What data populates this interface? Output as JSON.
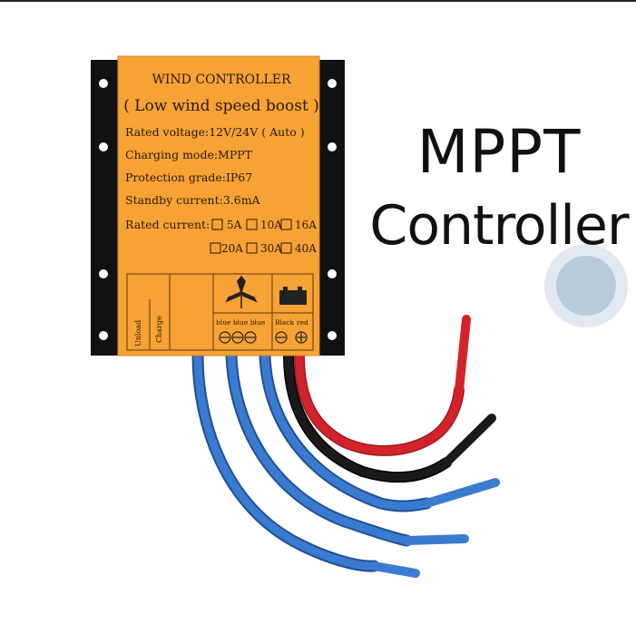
{
  "headline": {
    "line1": "MPPT",
    "line2": "Controller"
  },
  "label": {
    "title": "WIND CONTROLLER",
    "subtitle": "( Low wind speed boost )",
    "specs": [
      "Rated voltage:12V/24V ( Auto )",
      "Charging mode:MPPT",
      "Protection grade:IP67",
      "Standby current:3.6mA"
    ],
    "rated_current_label": "Rated current:",
    "current_options_row1": [
      "5A",
      "10A",
      "16A"
    ],
    "current_options_row2": [
      "20A",
      "30A",
      "40A"
    ],
    "side_labels": [
      "Unload",
      "Charge"
    ],
    "turbine_terminals": "blue blue blue",
    "battery_terminals_black": "Black",
    "battery_terminals_red": "red"
  },
  "colors": {
    "label_orange": "#f7a235",
    "case_black": "#1b1b1b",
    "wire_blue": "#2f6fc4",
    "wire_red": "#d2232a",
    "wire_black": "#111111"
  }
}
